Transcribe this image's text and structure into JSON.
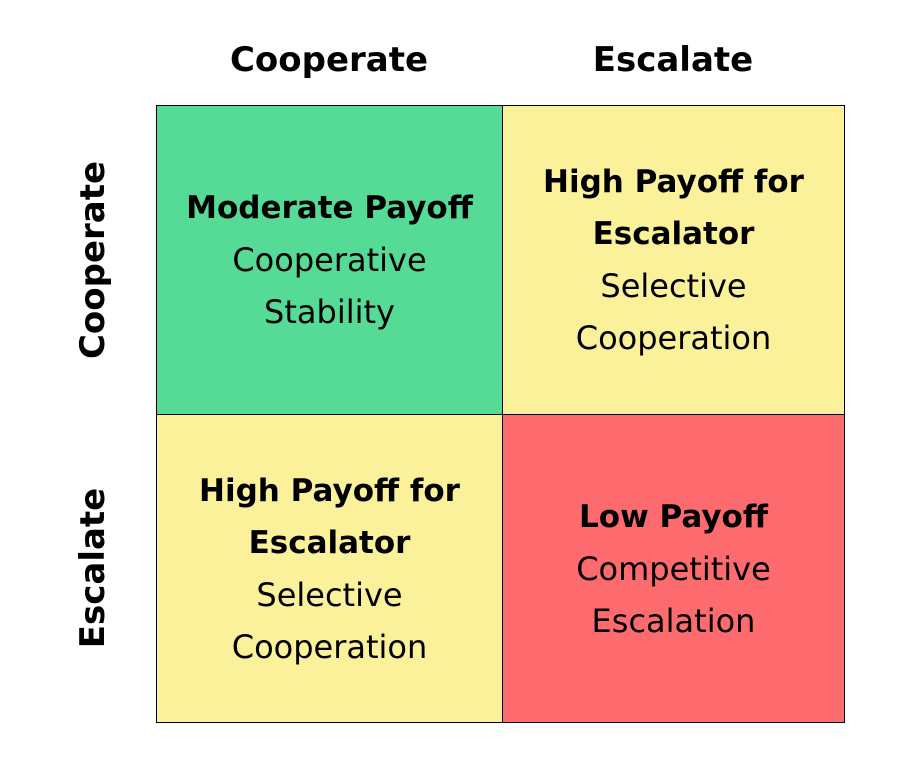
{
  "columns": {
    "cooperate": "Cooperate",
    "escalate": "Escalate"
  },
  "rows": {
    "cooperate": "Cooperate",
    "escalate": "Escalate"
  },
  "cells": {
    "cooperate_cooperate": {
      "payoff": "Moderate Payoff",
      "outcome": "Cooperative Stability",
      "color": "#56db96"
    },
    "cooperate_escalate": {
      "payoff": "High Payoff for Escalator",
      "outcome": "Selective Cooperation",
      "color": "#fbf19b"
    },
    "escalate_cooperate": {
      "payoff": "High Payoff for Escalator",
      "outcome": "Selective Cooperation",
      "color": "#fbf19b"
    },
    "escalate_escalate": {
      "payoff": "Low Payoff",
      "outcome": "Competitive Escalation",
      "color": "#fd6b6e"
    }
  }
}
